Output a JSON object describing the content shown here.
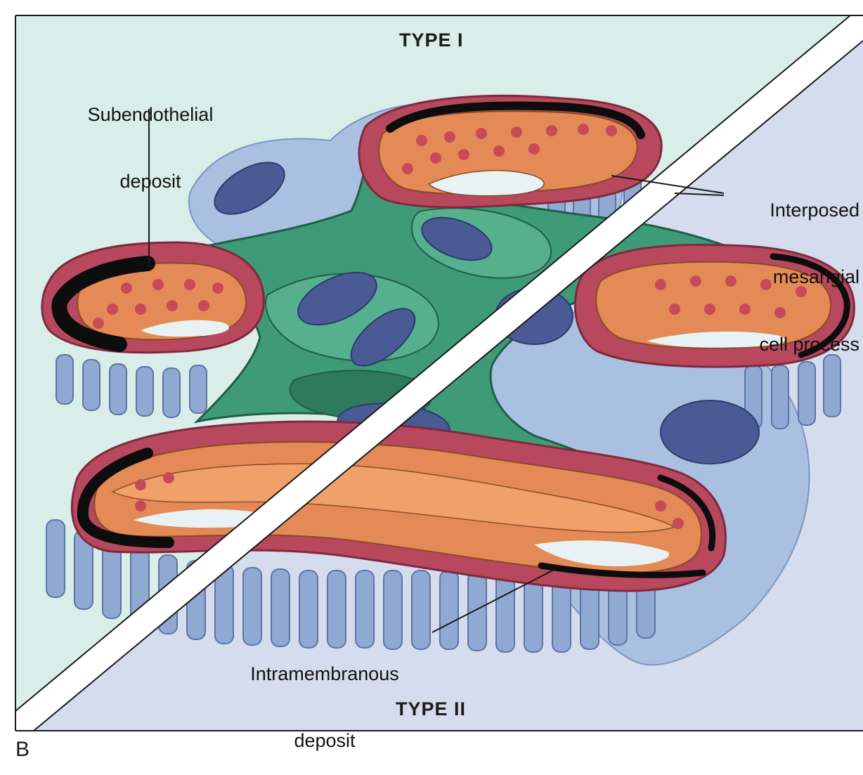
{
  "panel_letter": "B",
  "regions": {
    "top_left": {
      "title": "TYPE I",
      "background": "#d9eee8"
    },
    "bottom_right": {
      "title": "TYPE II",
      "background": "#d5dcee"
    }
  },
  "callouts": {
    "subendothelial": {
      "lines": [
        "Subendothelial",
        "deposit"
      ]
    },
    "interposed": {
      "lines": [
        "Interposed",
        "mesangial",
        "cell process"
      ]
    },
    "intramembranous": {
      "lines": [
        "Intramembranous",
        "deposit"
      ]
    }
  },
  "colors": {
    "basement_membrane": "#b8485d",
    "deposit": "#0d0d0d",
    "endothelium": "#e48a56",
    "endothelium_inner": "#f2a06a",
    "mesangium": "#3f9a78",
    "mesangium_dark": "#1f5e48",
    "nucleus": "#4a5a94",
    "podocyte": "#9ab4d8",
    "capillary_lumen": "#e8f2f4"
  }
}
